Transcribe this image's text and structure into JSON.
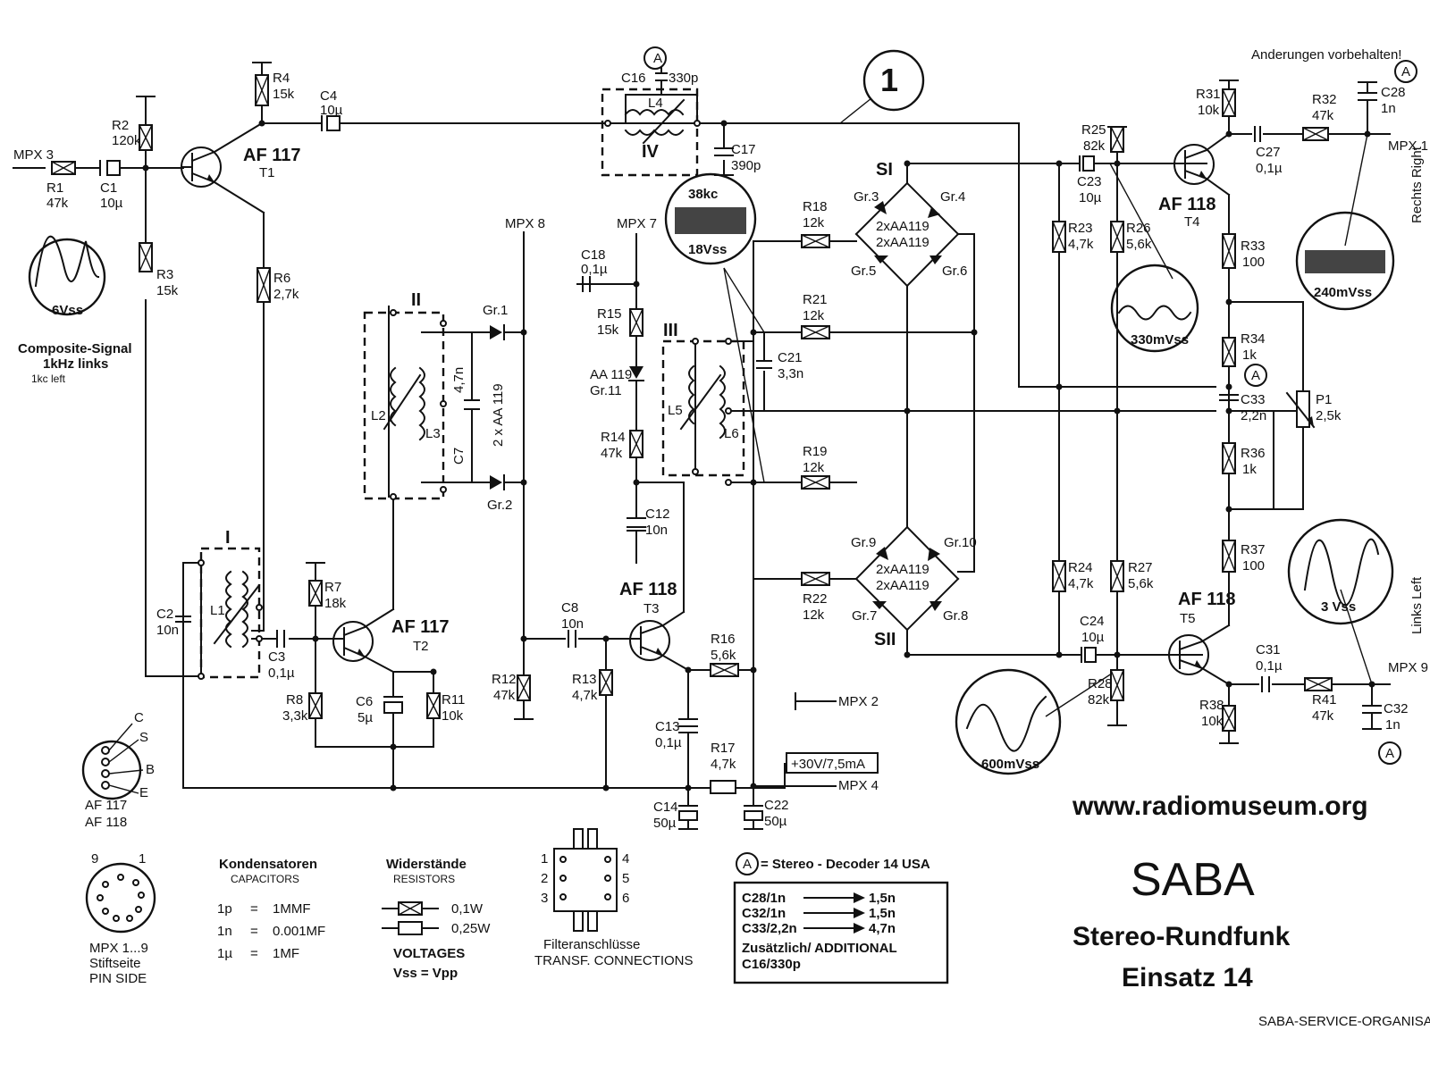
{
  "header": {
    "changes_note": "Anderungen vorbehalten!",
    "sheet_number": "1"
  },
  "signals": {
    "mpx3": "MPX 3",
    "mpx8": "MPX 8",
    "mpx7": "MPX 7",
    "mpx2": "MPX 2",
    "mpx4": "MPX 4",
    "mpx1": "MPX 1",
    "mpx9": "MPX 9",
    "supply": "+30V/7,5mA"
  },
  "transistors": {
    "t1": {
      "type": "AF 117",
      "ref": "T1"
    },
    "t2": {
      "type": "AF 117",
      "ref": "T2"
    },
    "t3": {
      "type": "AF 118",
      "ref": "T3"
    },
    "t4": {
      "type": "AF 118",
      "ref": "T4"
    },
    "t5": {
      "type": "AF 118",
      "ref": "T5"
    }
  },
  "components": {
    "r1": [
      "R1",
      "47k"
    ],
    "r2": [
      "R2",
      "120k"
    ],
    "r3": [
      "R3",
      "15k"
    ],
    "r4": [
      "R4",
      "15k"
    ],
    "r6": [
      "R6",
      "2,7k"
    ],
    "r7": [
      "R7",
      "18k"
    ],
    "r8": [
      "R8",
      "3,3k"
    ],
    "r11": [
      "R11",
      "10k"
    ],
    "r12": [
      "R12",
      "47k"
    ],
    "r13": [
      "R13",
      "4,7k"
    ],
    "r14": [
      "R14",
      "47k"
    ],
    "r15": [
      "R15",
      "15k"
    ],
    "r16": [
      "R16",
      "5,6k"
    ],
    "r17": [
      "R17",
      "4,7k"
    ],
    "r18": [
      "R18",
      "12k"
    ],
    "r19": [
      "R19",
      "12k"
    ],
    "r21": [
      "R21",
      "12k"
    ],
    "r22": [
      "R22",
      "12k"
    ],
    "r23": [
      "R23",
      "4,7k"
    ],
    "r24": [
      "R24",
      "4,7k"
    ],
    "r25": [
      "R25",
      "82k"
    ],
    "r26": [
      "R26",
      "5,6k"
    ],
    "r27": [
      "R27",
      "5,6k"
    ],
    "r28": [
      "R28",
      "82k"
    ],
    "r31": [
      "R31",
      "10k"
    ],
    "r32": [
      "R32",
      "47k"
    ],
    "r33": [
      "R33",
      "100"
    ],
    "r34": [
      "R34",
      "1k"
    ],
    "r36": [
      "R36",
      "1k"
    ],
    "r37": [
      "R37",
      "100"
    ],
    "r38": [
      "R38",
      "10k"
    ],
    "r41": [
      "R41",
      "47k"
    ],
    "c1": [
      "C1",
      "10µ"
    ],
    "c2": [
      "C2",
      "10n"
    ],
    "c3": [
      "C3",
      "0,1µ"
    ],
    "c4": [
      "C4",
      "10µ"
    ],
    "c6": [
      "C6",
      "5µ"
    ],
    "c7": [
      "C7",
      "4,7n"
    ],
    "c8": [
      "C8",
      "10n"
    ],
    "c12": [
      "C12",
      "10n"
    ],
    "c13": [
      "C13",
      "0,1µ"
    ],
    "c14": [
      "C14",
      "50µ"
    ],
    "c16": [
      "C16",
      "330p"
    ],
    "c17": [
      "C17",
      "390p"
    ],
    "c18": [
      "C18",
      "0,1µ"
    ],
    "c21": [
      "C21",
      "3,3n"
    ],
    "c22": [
      "C22",
      "50µ"
    ],
    "c23": [
      "C23",
      "10µ"
    ],
    "c24": [
      "C24",
      "10µ"
    ],
    "c27": [
      "C27",
      "0,1µ"
    ],
    "c28": [
      "C28",
      "1n"
    ],
    "c31": [
      "C31",
      "0,1µ"
    ],
    "c32": [
      "C32",
      "1n"
    ],
    "c33": [
      "C33",
      "2,2n"
    ],
    "p1": [
      "P1",
      "2,5k"
    ]
  },
  "diodes": {
    "gr1": "Gr.1",
    "gr2": "Gr.2",
    "diode_pair": "2 x AA 119",
    "gr11_type": "AA 119",
    "gr11": "Gr.11",
    "gr3": "Gr.3",
    "gr4": "Gr.4",
    "gr5": "Gr.5",
    "gr6": "Gr.6",
    "gr7": "Gr.7",
    "gr8": "Gr.8",
    "gr9": "Gr.9",
    "gr10": "Gr.10",
    "bridge_top": "2xAA119",
    "bridge_top2": "2xAA119",
    "bridge_bottom": "2xAA119",
    "bridge_bottom2": "2xAA119",
    "s1": "SI",
    "s2": "SII"
  },
  "filters": {
    "f1": "I",
    "f2": "II",
    "f3": "III",
    "f4": "IV",
    "l1": "L1",
    "l2": "L2",
    "l3": "L3",
    "l4": "L4",
    "l5": "L5",
    "l6": "L6"
  },
  "scopes": {
    "s_in": "6Vss",
    "s_38": "38kc",
    "s_18": "18Vss",
    "s_330": "330mVss",
    "s_240": "240mVss",
    "s_3": "3 Vss",
    "s_600": "600mVss"
  },
  "side_labels": {
    "composite": "Composite-Signal",
    "composite_freq": "1kHz  links",
    "composite_freq_en": "1kc     left",
    "right": "Rechts Right",
    "left": "Links Left"
  },
  "pinout": {
    "pins": [
      "C",
      "S",
      "B",
      "E"
    ],
    "types": [
      "AF 117",
      "AF 118"
    ],
    "mpx_pins": [
      "9",
      "1"
    ],
    "mpx_caption": [
      "MPX 1...9",
      "Stiftseite",
      "PIN SIDE"
    ]
  },
  "legend": {
    "cap_title": "Kondensatoren",
    "cap_title_en": "CAPACITORS",
    "cap_rows": [
      [
        "1p",
        "=",
        "1MMF"
      ],
      [
        "1n",
        "=",
        "0.001MF"
      ],
      [
        "1µ",
        "=",
        "1MF"
      ]
    ],
    "res_title": "Widerstände",
    "res_title_en": "RESISTORS",
    "res_rows": [
      "0,1W",
      "0,25W"
    ],
    "volt_title": "VOLTAGES",
    "volt_row": "Vss = Vpp",
    "filter_pins": [
      "1",
      "2",
      "3",
      "4",
      "5",
      "6"
    ],
    "filter_caption": "Filteranschlüsse",
    "filter_caption_en": "TRANSF. CONNECTIONS"
  },
  "notes": {
    "marker": "A",
    "stereo_decoder": "= Stereo - Decoder 14 USA",
    "changes": [
      [
        "C28/1n",
        "1,5n"
      ],
      [
        "C32/1n",
        "1,5n"
      ],
      [
        "C33/2,2n",
        "4,7n"
      ]
    ],
    "additional": "Zusätzlich/ ADDITIONAL",
    "additional_part": "C16/330p"
  },
  "branding": {
    "website": "www.radiomuseum.org",
    "brand": "SABA",
    "product": "Stereo-Rundfunk",
    "model": "Einsatz  14",
    "org": "SABA-SERVICE-ORGANISATION"
  }
}
